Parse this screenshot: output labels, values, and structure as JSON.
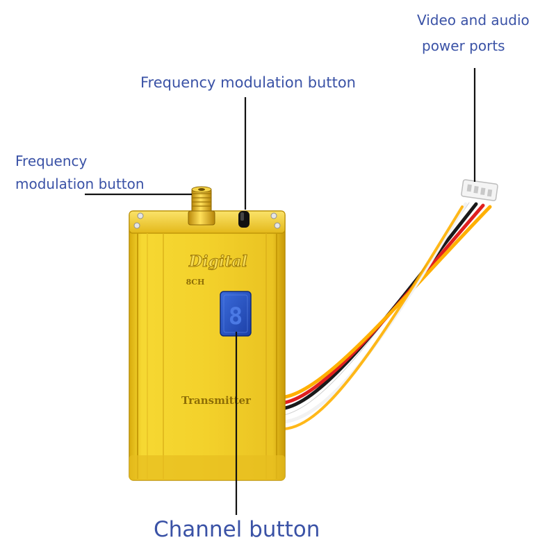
{
  "labels": {
    "video_power_line1": "Video and audio",
    "video_power_line2": "power ports",
    "freq_mod_top": "Frequency modulation button",
    "freq_mod_left_line1": "Frequency",
    "freq_mod_left_line2": "modulation button",
    "channel_button": "Channel button"
  },
  "device": {
    "brand_text": "Digital",
    "sub_text": "8CH",
    "type_text": "Transmitter",
    "display_digit": "8"
  },
  "colors": {
    "label_text": "#3a52a6",
    "leader_line": "#111111",
    "housing_gold": "#f0cf2a",
    "display_blue": "#2a57c4",
    "wire_colors": [
      "#ffffff",
      "#111111",
      "#e02020",
      "#ffb000"
    ]
  }
}
